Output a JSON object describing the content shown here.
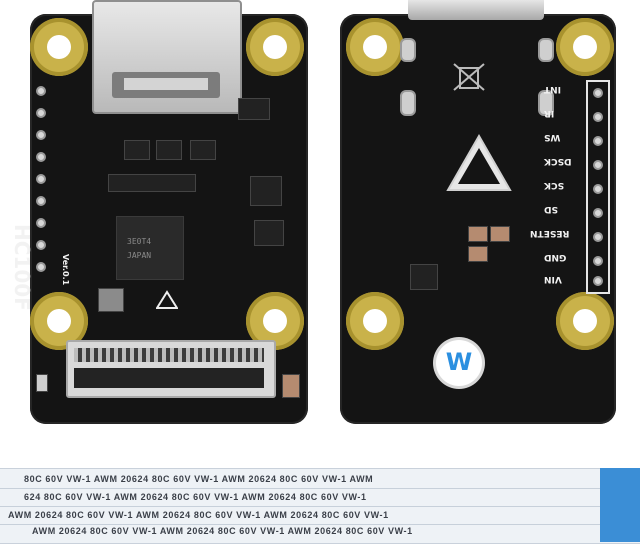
{
  "front_board": {
    "model_label": "HC100F",
    "version_label": "Ver.0.1",
    "chip_text": [
      "3E0T4",
      "JAPAN"
    ]
  },
  "back_board": {
    "pin_labels": [
      "INT",
      "IR",
      "WS",
      "DSCK",
      "SCK",
      "SD",
      "RESETN",
      "GND",
      "VIN"
    ],
    "logo_letter": "W"
  },
  "ribbon_cable": {
    "rows": [
      "80C  60V  VW-1          AWM  20624  80C  60V  VW-1          AWM  20624  80C  60V  VW-1          AWM",
      "624  80C  60V  VW-1          AWM  20624  80C  60V  VW-1          AWM  20624  80C  60V  VW-1",
      "AWM  20624  80C  60V  VW-1          AWM  20624  80C  60V  VW-1          AWM  20624  80C  60V  VW-1",
      "AWM  20624  80C  60V  VW-1          AWM  20624  80C  60V  VW-1          AWM  20624  80C  60V  VW-1"
    ]
  }
}
